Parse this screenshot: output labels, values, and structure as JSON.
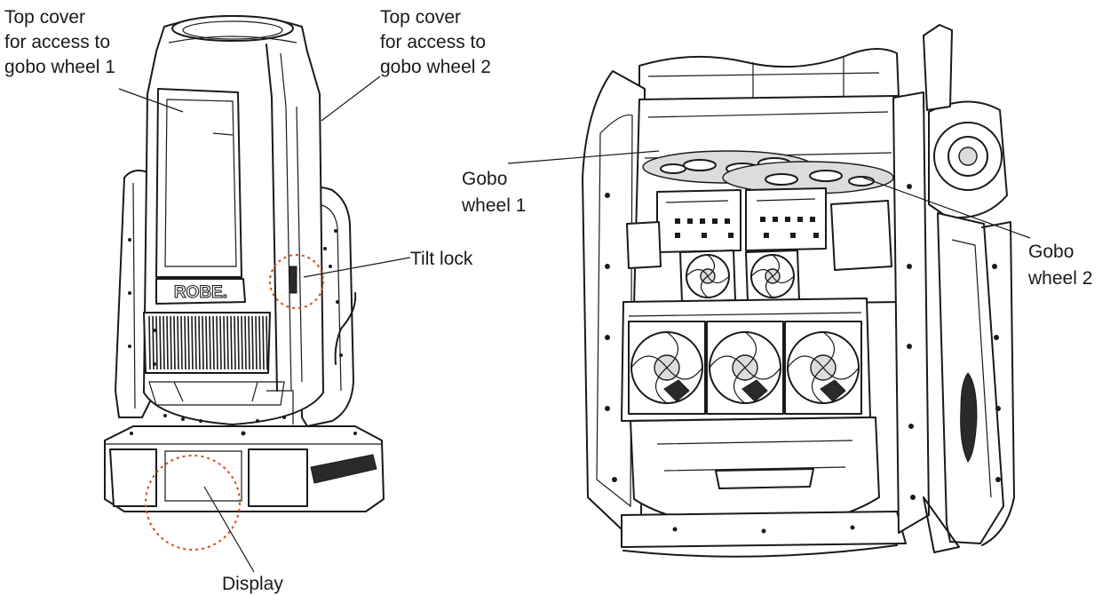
{
  "labels": {
    "top_cover_1": [
      "Top cover",
      "for access to",
      "gobo wheel 1"
    ],
    "top_cover_2": [
      "Top cover",
      "for access to",
      "gobo wheel 2"
    ],
    "tilt_lock": "Tilt lock",
    "gobo_wheel_1": [
      "Gobo",
      "wheel 1"
    ],
    "gobo_wheel_2": [
      "Gobo",
      "wheel 2"
    ],
    "display": "Display"
  },
  "brand_logo_text": "ROBE",
  "colors": {
    "line": "#1a1a1a",
    "callout_circle": "#d9481c",
    "background": "#ffffff"
  }
}
